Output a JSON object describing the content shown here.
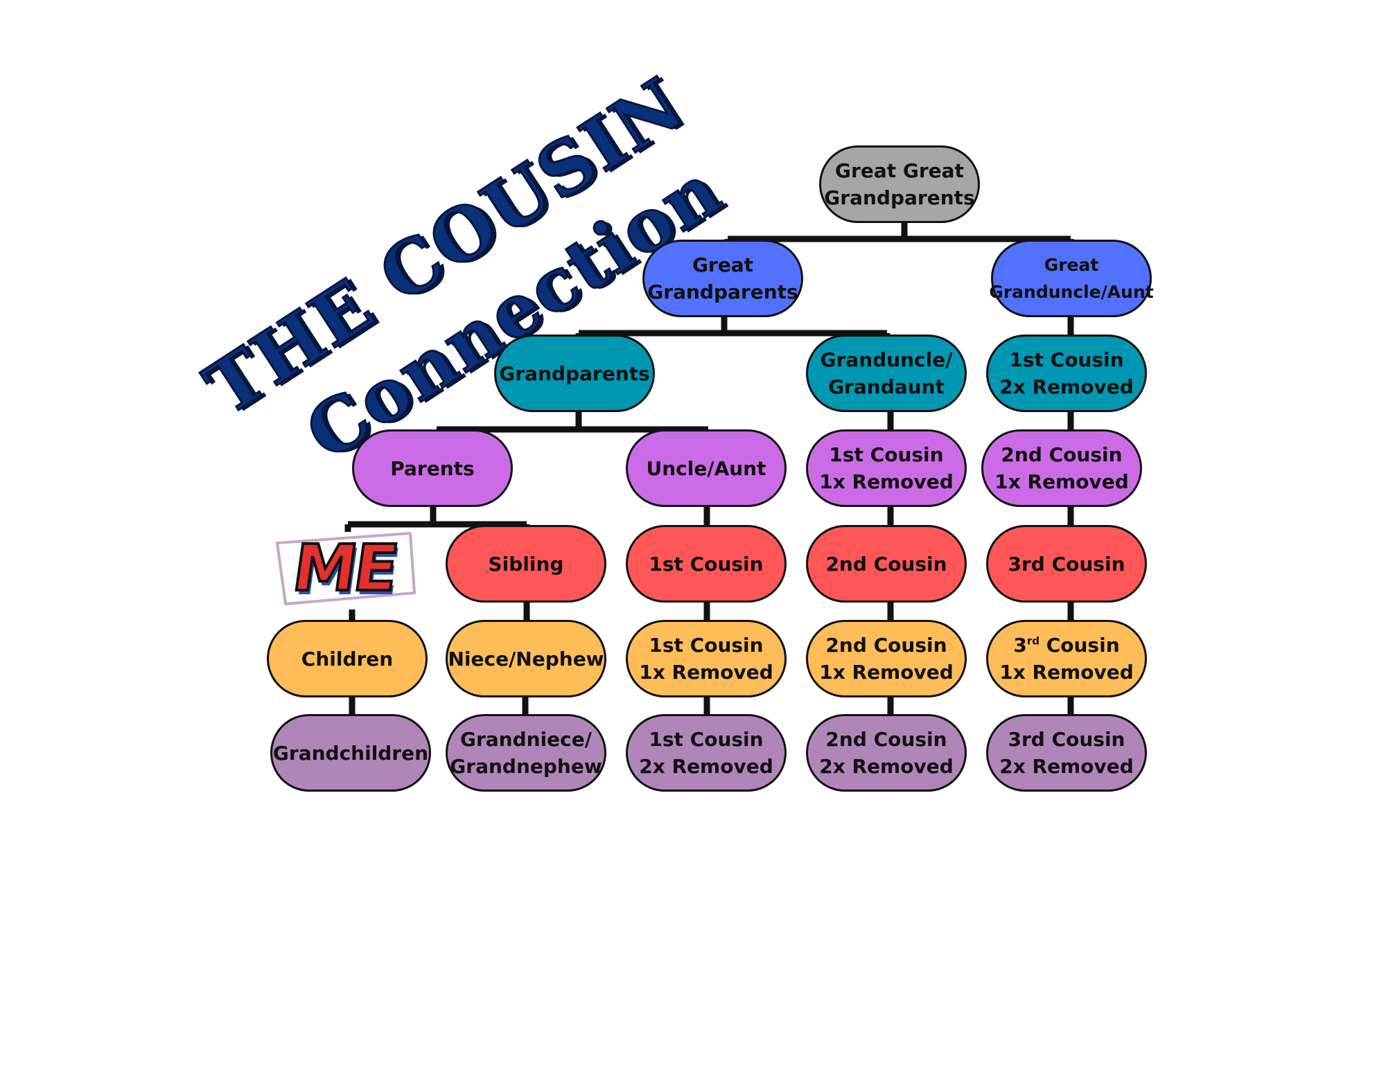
{
  "title": {
    "line1": "THE COUSIN",
    "line2": "Connection"
  },
  "me_badge": {
    "text": "ME"
  },
  "colors": {
    "gray": "#a6a6a6",
    "blue": "#5271ff",
    "teal": "#0097b2",
    "violet": "#cb6ce6",
    "red": "#ff5757",
    "orange": "#ffbd59",
    "mauve": "#b086b8",
    "title": "#0b2f78",
    "connector": "#111111"
  },
  "nodes": {
    "great_great_grandparents": "Great Great\nGrandparents",
    "great_grandparents": "Great\nGrandparents",
    "great_granduncle_aunt": "Great\nGranduncle/Aunt",
    "grandparents": "Grandparents",
    "granduncle_grandaunt": "Granduncle/\nGrandaunt",
    "first_cousin_2x_removed_top": "1st Cousin\n2x Removed",
    "parents": "Parents",
    "uncle_aunt": "Uncle/Aunt",
    "first_cousin_1x_removed_top": "1st Cousin\n1x Removed",
    "second_cousin_1x_removed_top": "2nd Cousin\n1x Removed",
    "sibling": "Sibling",
    "first_cousin": "1st Cousin",
    "second_cousin": "2nd Cousin",
    "third_cousin": "3rd Cousin",
    "children": "Children",
    "niece_nephew": "Niece/Nephew",
    "first_cousin_1x_removed": "1st Cousin\n1x Removed",
    "second_cousin_1x_removed": "2nd Cousin\n1x Removed",
    "third_cousin_1x_removed": {
      "ordinal": "3",
      "suffix": "rd",
      "rest": " Cousin\n1x Removed"
    },
    "grandchildren": "Grandchildren",
    "grandniece_grandnephew": "Grandniece/\nGrandnephew",
    "first_cousin_2x_removed": "1st Cousin\n2x Removed",
    "second_cousin_2x_removed": "2nd Cousin\n2x Removed",
    "third_cousin_2x_removed": "3rd Cousin\n2x Removed"
  }
}
